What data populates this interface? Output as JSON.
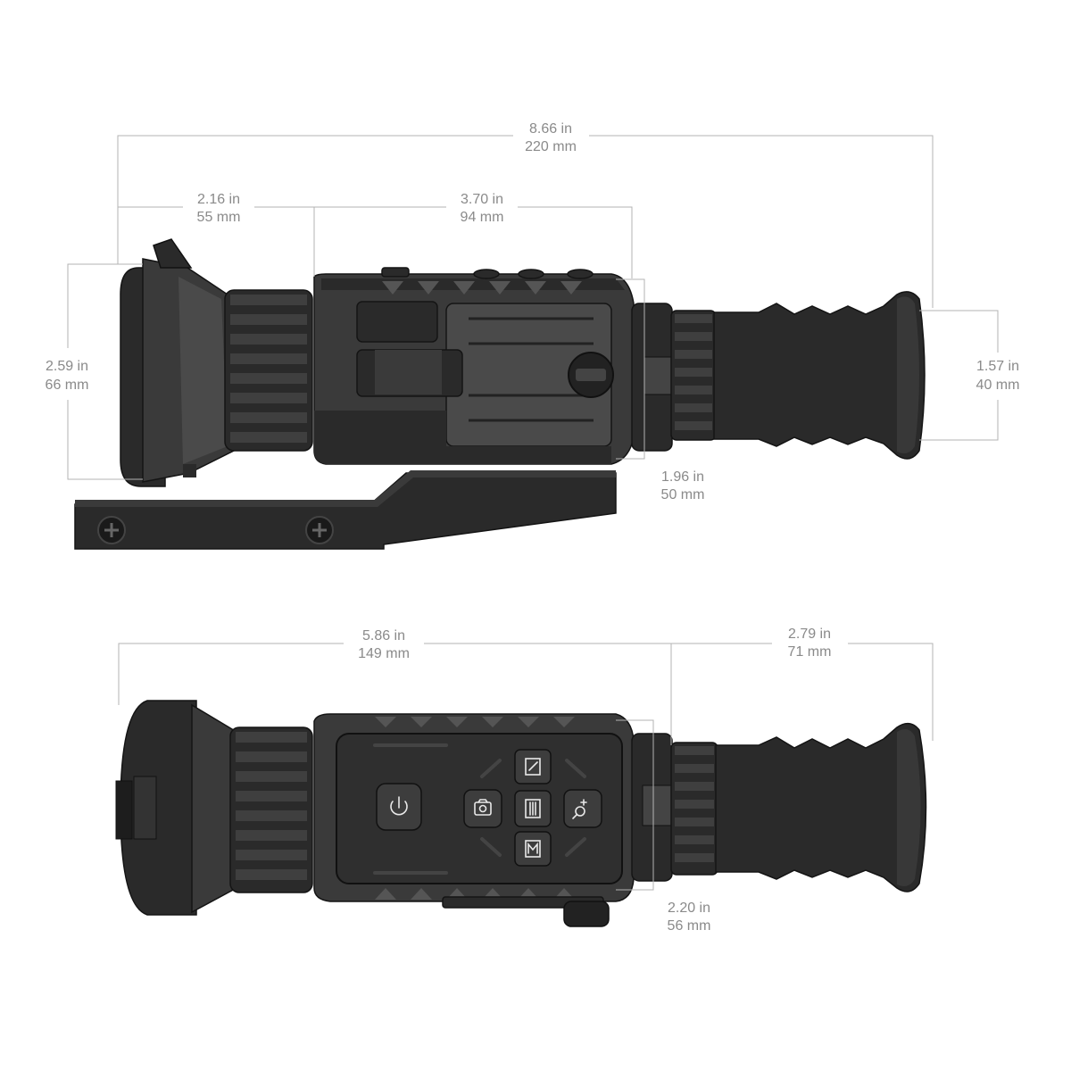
{
  "dimensions": {
    "side_overall_length": {
      "in": "8.66 in",
      "mm": "220 mm"
    },
    "side_objective_length": {
      "in": "2.16 in",
      "mm": "55 mm"
    },
    "side_body_length": {
      "in": "3.70 in",
      "mm": "94 mm"
    },
    "side_objective_height": {
      "in": "2.59 in",
      "mm": "66 mm"
    },
    "side_eyepiece_height": {
      "in": "1.57 in",
      "mm": "40 mm"
    },
    "side_body_height": {
      "in": "1.96 in",
      "mm": "50 mm"
    },
    "top_front_length": {
      "in": "5.86 in",
      "mm": "149 mm"
    },
    "top_eyepiece_length": {
      "in": "2.79 in",
      "mm": "71 mm"
    },
    "top_body_width": {
      "in": "2.20 in",
      "mm": "56 mm"
    }
  },
  "buttons": [
    {
      "name": "power-button",
      "icon": "power-icon"
    },
    {
      "name": "camera-button",
      "icon": "camera-icon"
    },
    {
      "name": "up-button",
      "icon": "edit-icon"
    },
    {
      "name": "menu-button",
      "icon": "menu-icon"
    },
    {
      "name": "down-button",
      "icon": "m-icon"
    },
    {
      "name": "zoom-button",
      "icon": "zoom-plus-icon"
    }
  ],
  "colors": {
    "device_body": "#2a2a2a",
    "dimension_line": "#b3b3b3",
    "dimension_text": "#8a8a8a",
    "background": "#ffffff"
  }
}
